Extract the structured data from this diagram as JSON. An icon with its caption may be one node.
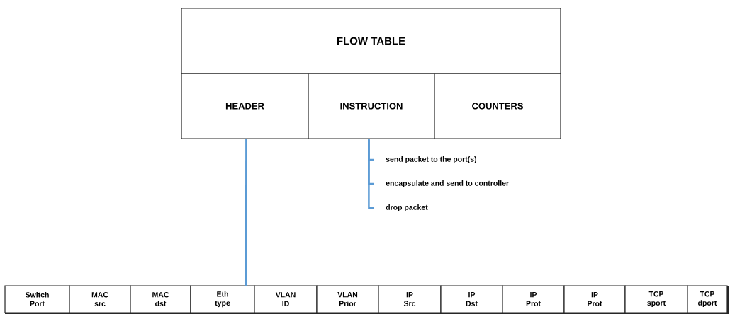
{
  "diagram": {
    "nodes": [
      {
        "text": [
          "FLOW TABLE"
        ]
      },
      {
        "text": [
          "HEADER"
        ]
      },
      {
        "text": [
          "INSTRUCTION"
        ]
      },
      {
        "text": [
          "COUNTERS"
        ]
      },
      {
        "text": [
          "send packet to the port(s)"
        ]
      },
      {
        "text": [
          "encapsulate and send to controller"
        ]
      },
      {
        "text": [
          "drop packet"
        ]
      },
      {
        "text": [],
        "shape": "box"
      },
      {
        "text": [
          "Switch Port"
        ],
        "in": 7
      },
      {
        "text": [
          "MAC src"
        ],
        "in": 7
      },
      {
        "text": [
          "MAC dst"
        ],
        "in": 7
      },
      {
        "text": [
          "Eth type"
        ],
        "in": 7
      },
      {
        "text": [
          "VLAN ID"
        ],
        "in": 7
      },
      {
        "text": [
          "VLAN Prior"
        ],
        "in": 7
      },
      {
        "text": [
          "IP Src"
        ],
        "in": 7
      },
      {
        "text": [
          "IP Dst"
        ],
        "in": 7
      },
      {
        "text": [
          "IP Prot"
        ],
        "in": 7
      },
      {
        "text": [
          "IP Prot"
        ],
        "in": 7
      },
      {
        "text": [
          "TCP sport"
        ],
        "in": 7
      },
      {
        "text": [
          "TCP dport"
        ],
        "in": 7
      }
    ],
    "edges": [
      {
        "from": 1,
        "to": 7,
        "arrow": "none"
      },
      {
        "from": 2,
        "to": 4,
        "arrow": "none"
      },
      {
        "from": 2,
        "to": 5,
        "arrow": "none"
      },
      {
        "from": 2,
        "to": 6,
        "arrow": "none"
      }
    ]
  }
}
